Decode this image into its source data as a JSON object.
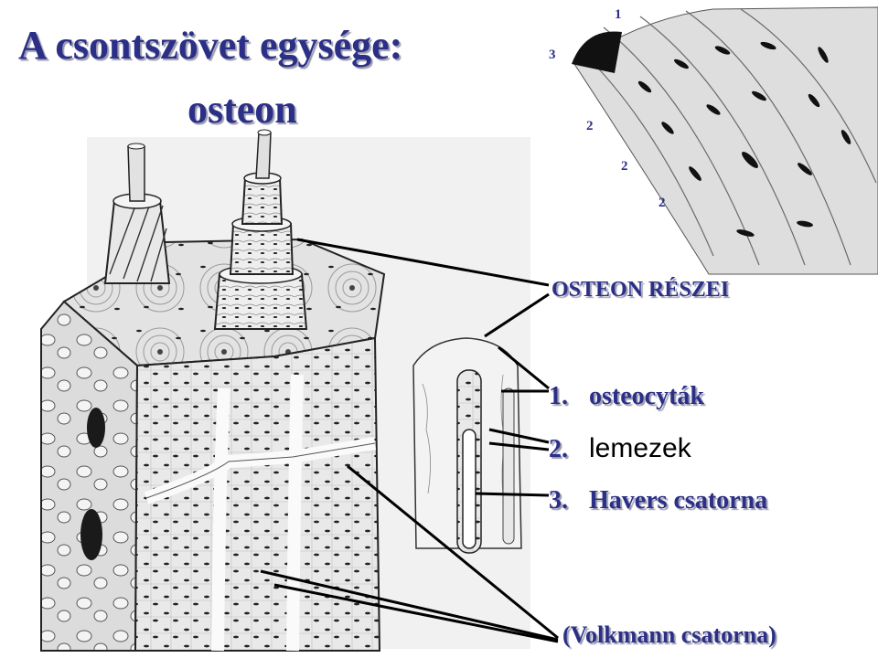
{
  "title": {
    "line1": "A csontszövet egysége:",
    "line2": "osteon"
  },
  "heading": "OSTEON RÉSZEI",
  "items": [
    {
      "number": "1.",
      "label": "osteocyták"
    },
    {
      "number": "2.",
      "label": "lemezek"
    },
    {
      "number": "3.",
      "label": "Havers csatorna"
    }
  ],
  "volkmann_label": "(Volkmann csatorna)",
  "micro_labels": {
    "m1": "1",
    "m3": "3",
    "m2a": "2",
    "m2b": "2",
    "m2c": "2"
  },
  "colors": {
    "text_accent": "#2b2f86",
    "line": "#000000"
  }
}
